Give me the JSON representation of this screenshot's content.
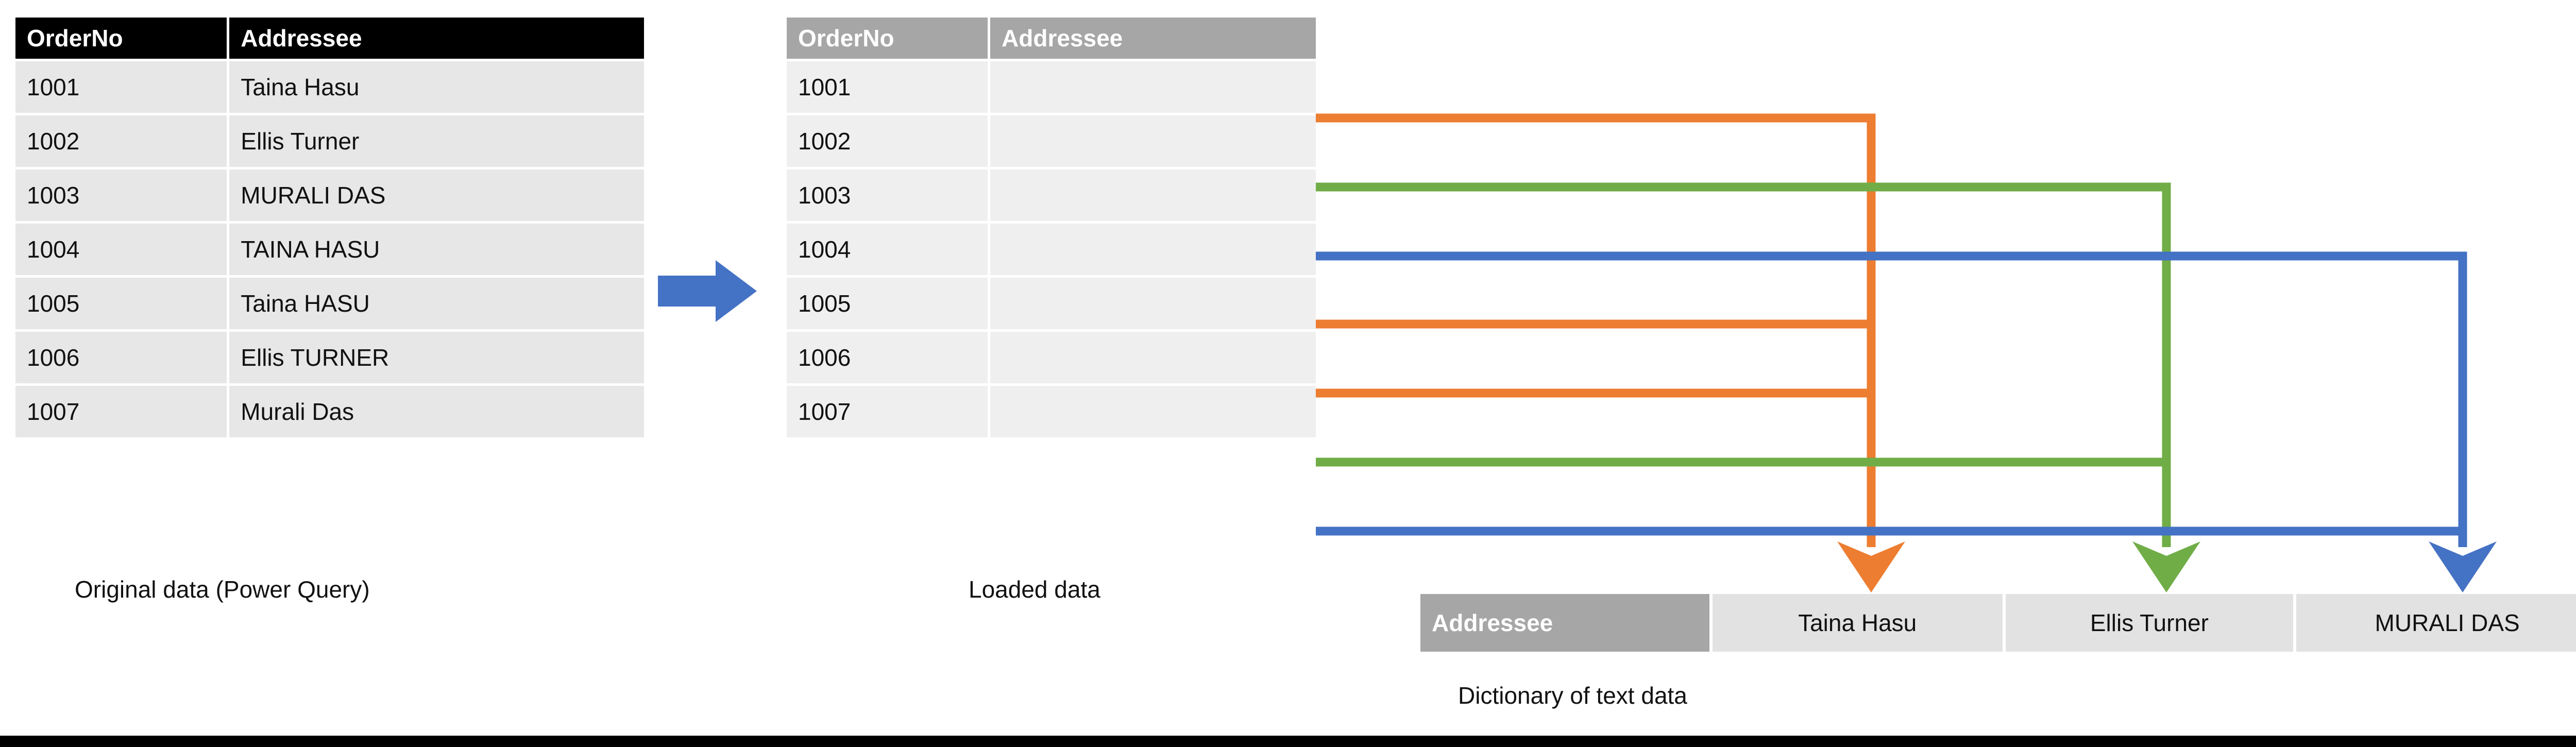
{
  "tables": {
    "original": {
      "name": "Original data (Power Query)",
      "caption": "Original data (Power Query)",
      "header_bg": "#000000",
      "row_bg": "#e7e7e7",
      "columns": [
        "OrderNo",
        "Addressee"
      ],
      "rows": [
        {
          "order_no": "1001",
          "addressee": "Taina Hasu"
        },
        {
          "order_no": "1002",
          "addressee": "Ellis Turner"
        },
        {
          "order_no": "1003",
          "addressee": "MURALI DAS"
        },
        {
          "order_no": "1004",
          "addressee": "TAINA HASU"
        },
        {
          "order_no": "1005",
          "addressee": "Taina HASU"
        },
        {
          "order_no": "1006",
          "addressee": "Ellis TURNER"
        },
        {
          "order_no": "1007",
          "addressee": "Murali Das"
        }
      ]
    },
    "loaded": {
      "name": "Loaded data",
      "caption": "Loaded data",
      "header_bg": "#a6a6a6",
      "row_bg": "#efefef",
      "columns": [
        "OrderNo",
        "Addressee"
      ],
      "rows": [
        {
          "order_no": "1001",
          "addressee": ""
        },
        {
          "order_no": "1002",
          "addressee": ""
        },
        {
          "order_no": "1003",
          "addressee": ""
        },
        {
          "order_no": "1004",
          "addressee": ""
        },
        {
          "order_no": "1005",
          "addressee": ""
        },
        {
          "order_no": "1006",
          "addressee": ""
        },
        {
          "order_no": "1007",
          "addressee": ""
        }
      ]
    },
    "dictionary": {
      "name": "Dictionary of text data",
      "caption": "Dictionary of text data",
      "header_label": "Addressee",
      "header_bg": "#a6a6a6",
      "cell_bg": "#e2e2e2",
      "entries": [
        "Taina Hasu",
        "Ellis Turner",
        "MURALI DAS"
      ]
    }
  },
  "process_arrow": {
    "label": "load-arrow",
    "color": "#4472c4"
  },
  "connectors": {
    "colors": {
      "orange": "#ed7d31",
      "green": "#70ad47",
      "blue": "#4472c4"
    },
    "links": [
      {
        "from_row": "1001",
        "to_entry": "Taina Hasu",
        "color": "orange"
      },
      {
        "from_row": "1002",
        "to_entry": "Ellis Turner",
        "color": "green"
      },
      {
        "from_row": "1003",
        "to_entry": "MURALI DAS",
        "color": "blue"
      },
      {
        "from_row": "1004",
        "to_entry": "Taina Hasu",
        "color": "orange"
      },
      {
        "from_row": "1005",
        "to_entry": "Taina Hasu",
        "color": "orange"
      },
      {
        "from_row": "1006",
        "to_entry": "Ellis Turner",
        "color": "green"
      },
      {
        "from_row": "1007",
        "to_entry": "MURALI DAS",
        "color": "blue"
      }
    ]
  }
}
